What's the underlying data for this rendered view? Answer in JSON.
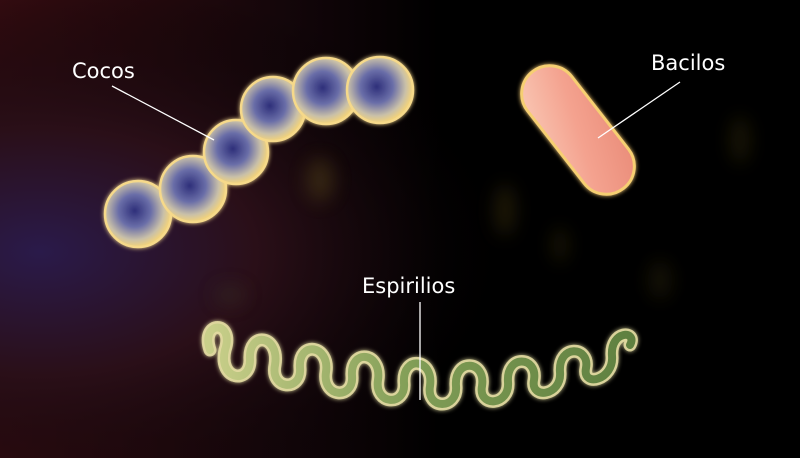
{
  "labels": {
    "cocos": "Cocos",
    "bacilos": "Bacilos",
    "espirilios": "Espirilios"
  },
  "colors": {
    "background": "#000000",
    "cocos_fill": "#3a3f8f",
    "cocos_rim": "#f3d37a",
    "bacilos_fill": "#f6a89a",
    "bacilos_rim": "#f3c96a",
    "espirilios_fill": "#9fb86a",
    "espirilios_rim": "#e8e0a8",
    "label_text": "#ffffff",
    "leader_line": "#ffffff"
  }
}
